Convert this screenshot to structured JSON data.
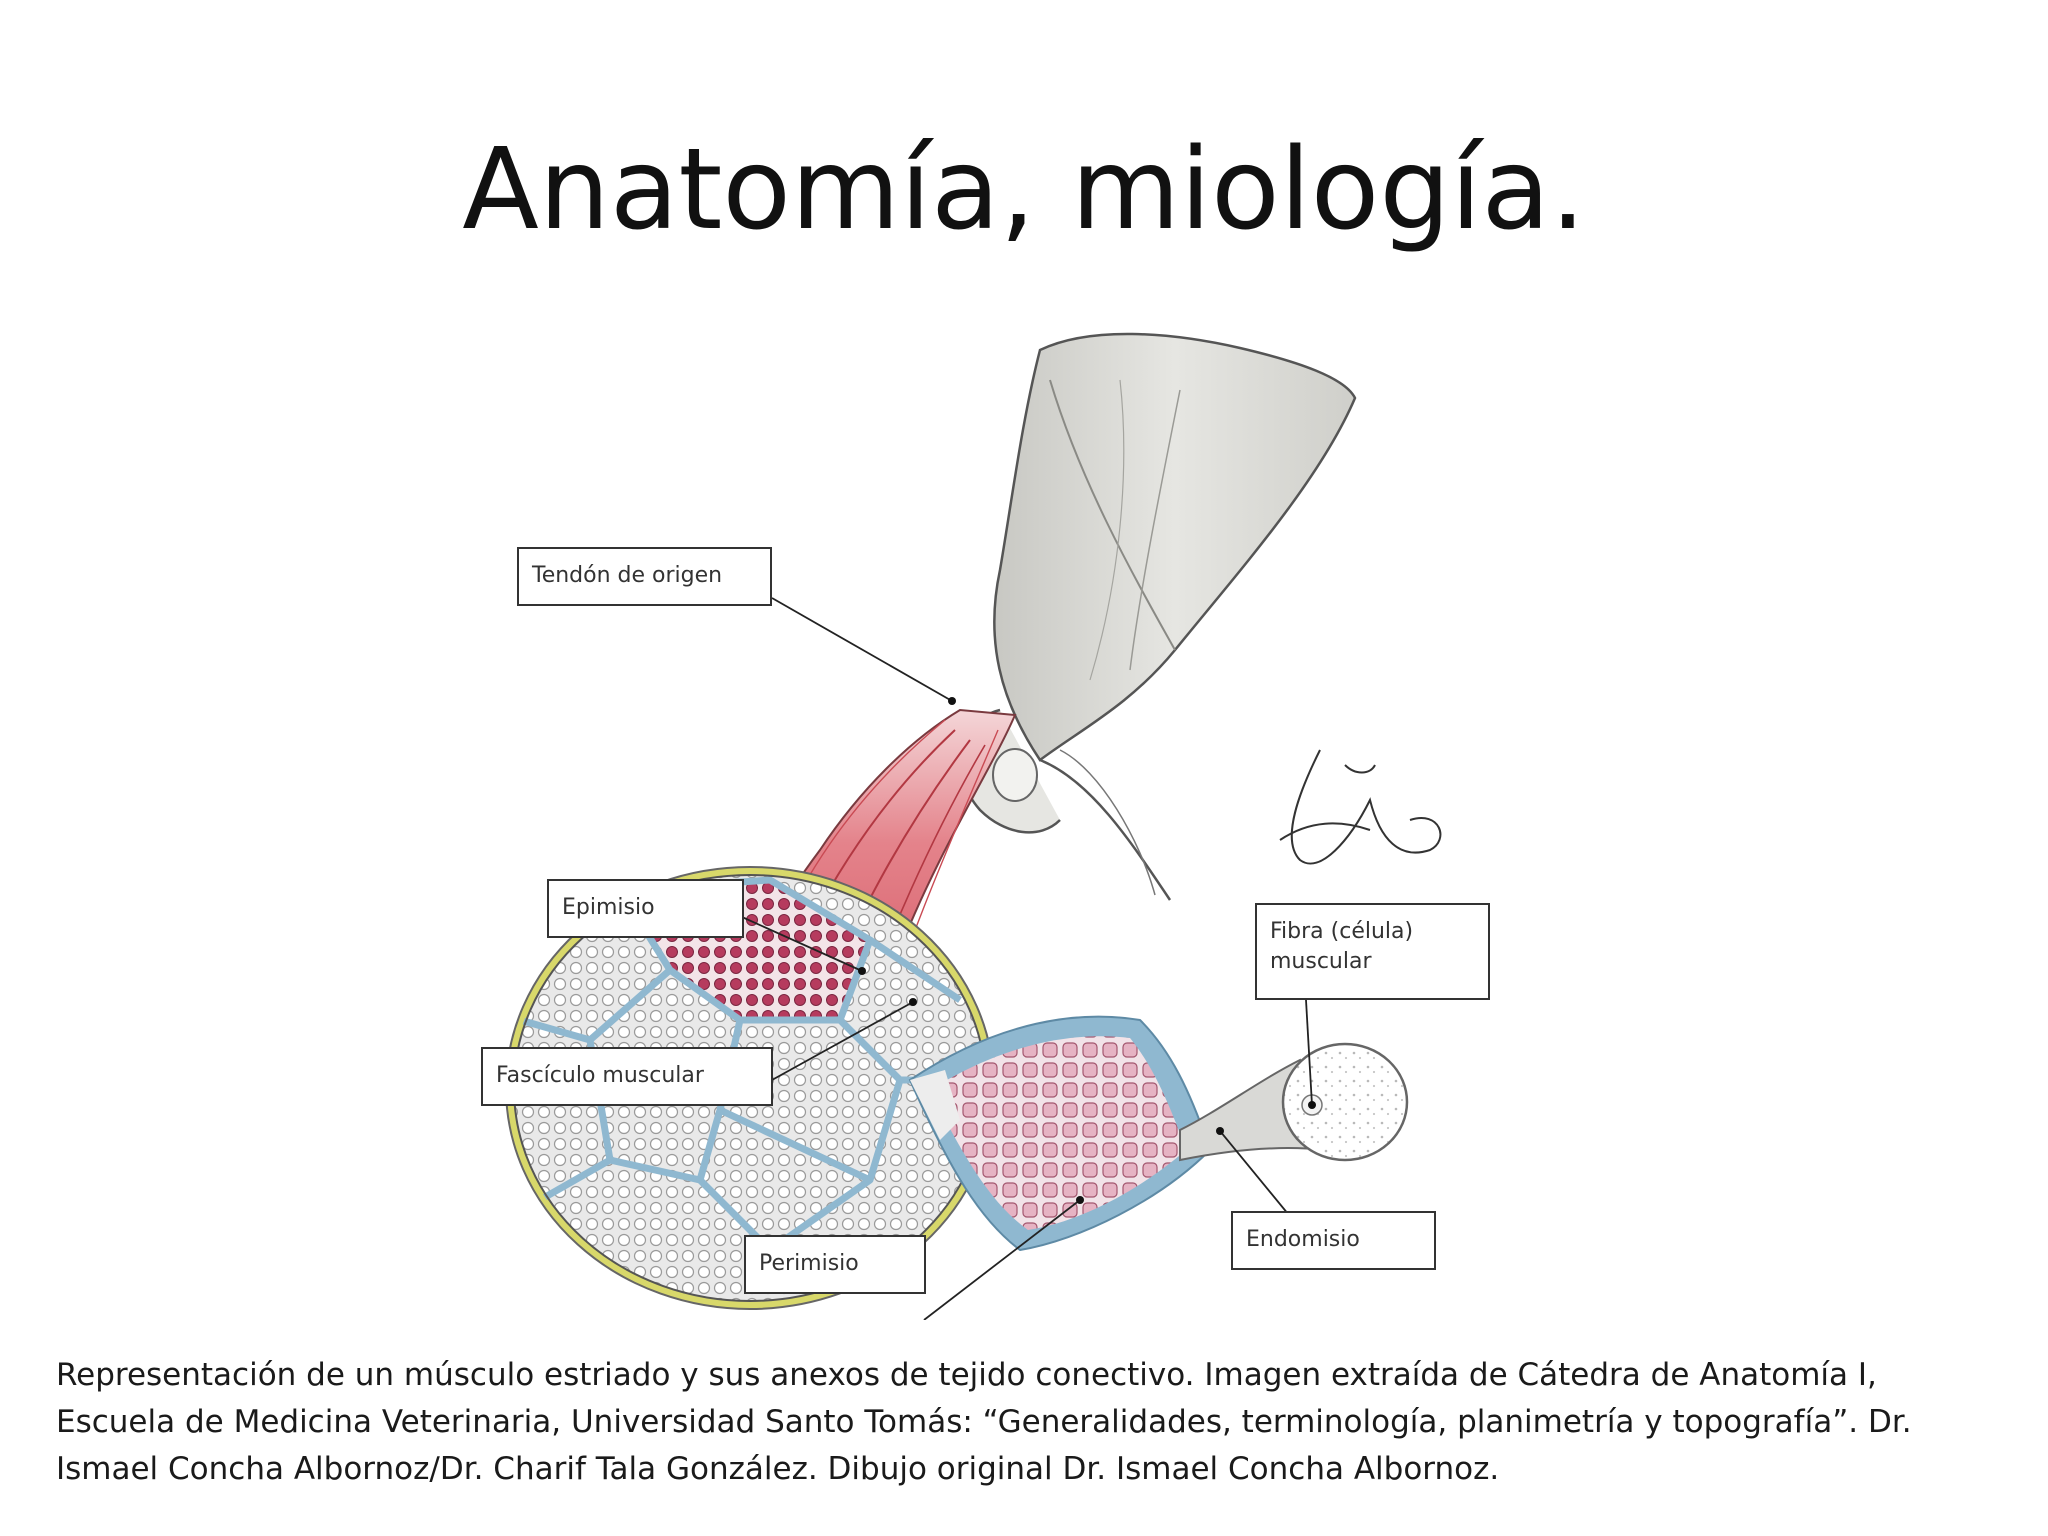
{
  "slide": {
    "title": "Anatomía, miología."
  },
  "figure": {
    "labels": {
      "tendon_origen": "Tendón de origen",
      "epimisio": "Epimisio",
      "fasciculo": "Fascículo muscular",
      "perimisio": "Perimisio",
      "fibra_line1": "Fibra (célula)",
      "fibra_line2": "muscular",
      "endomisio": "Endomisio"
    },
    "colors": {
      "bone": "#dcdcd8",
      "muscle": "#d9535e",
      "epimysium": "#d8d86a",
      "perimysium": "#8fb8d0",
      "fascicle": "#b0455e",
      "fiber": "#e7b7c4"
    }
  },
  "caption": {
    "line1": "Representación de un músculo estriado y sus anexos de tejido conectivo. Imagen extraída de Cátedra de Anatomía I,",
    "line2": "Escuela de Medicina Veterinaria,  Universidad Santo Tomás: “Generalidades, terminología, planimetría y topografía”. Dr.",
    "line3": "Ismael Concha Albornoz/Dr. Charif Tala González. Dibujo original Dr. Ismael Concha Albornoz."
  }
}
